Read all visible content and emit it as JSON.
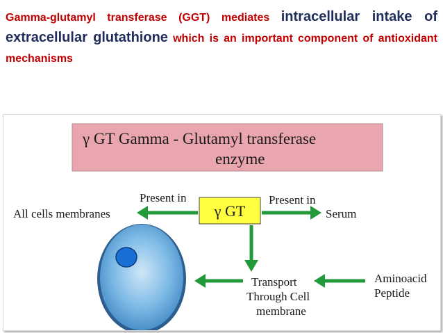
{
  "heading": {
    "part1": "Gamma-glutamyl transferase (GGT) mediates ",
    "part2": "intracellular intake of extracellular glutathione",
    "part3": " which is an important component of antioxidant mechanisms"
  },
  "diagram": {
    "title_line1": "γ GT Gamma - Glutamyl transferase",
    "title_line2": "enzyme",
    "center_label": "γ GT",
    "present_in_left": "Present in",
    "present_in_right": "Present in",
    "left_target": "All cells membranes",
    "right_target": "Serum",
    "transport_line1": "Transport",
    "transport_line2": "Through Cell",
    "transport_line3": "membrane",
    "aminoacid_line1": "Aminoacid",
    "aminoacid_line2": "Peptide"
  },
  "colors": {
    "heading_red": "#c00000",
    "heading_navy": "#1f2d5c",
    "title_box": "#e9a6ae",
    "center_box": "#ffff40",
    "arrow_green": "#239a3a",
    "cell_fill": "#5ba3d9",
    "nucleus": "#1a6fd4"
  }
}
